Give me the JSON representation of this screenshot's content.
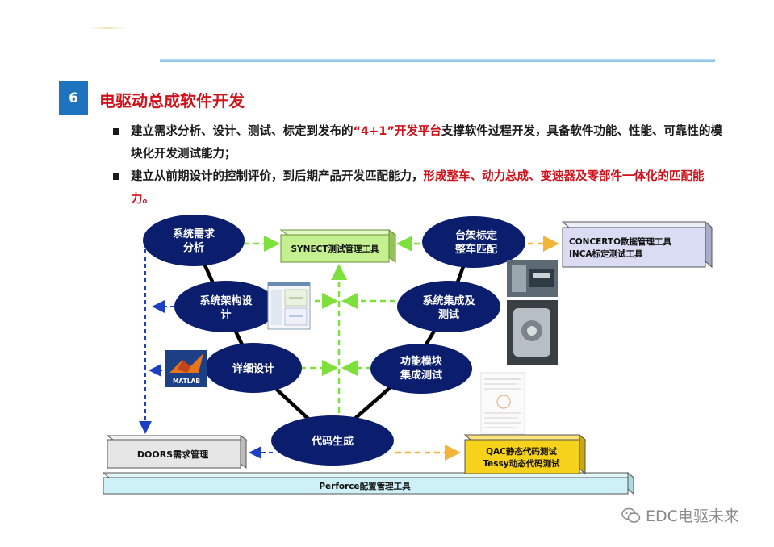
{
  "section": {
    "number": "6",
    "title": "电驱动总成软件开发"
  },
  "bullets": [
    {
      "before": "建立需求分析、设计、测试、标定到发布的",
      "highlight": "“4+1”开发平台",
      "after": "支撑软件过程开发，具备软件功能、性能、可靠性的模块化开发测试能力；"
    },
    {
      "before": "建立从前期设计的控制评价，到后期产品开发匹配能力，",
      "highlight": "形成整车、动力总成、变速器及零部件一体化的匹配能力。",
      "after": ""
    }
  ],
  "nodes": {
    "req": [
      "系统需求",
      "分析"
    ],
    "arch": [
      "系统架构设",
      "计"
    ],
    "detail": [
      "详细设计"
    ],
    "code": [
      "代码生成"
    ],
    "func": [
      "功能模块",
      "集成测试"
    ],
    "sys": [
      "系统集成及",
      "测试"
    ],
    "bench": [
      "台架标定",
      "整车匹配"
    ]
  },
  "tools": {
    "synect": "SYNECT测试管理工具",
    "concerto": [
      "CONCERTO数据管理工具",
      "INCA标定测试工具"
    ],
    "doors": "DOORS需求管理",
    "qac": [
      "QAC静态代码测试",
      "Tessy动态代码测试"
    ],
    "perforce": "Perforce配置管理工具"
  },
  "logos": {
    "matlab": "MATLAB"
  },
  "watermark": "EDC电驱未来",
  "colors": {
    "ellipse": "#0b1e6e",
    "arrow_green": "#7ee03a",
    "arrow_blue": "#1d3fc2",
    "arrow_orange": "#f4b43a",
    "tool_green": "#c4f08f",
    "tool_gray": "#e6e6e6",
    "tool_lilac": "#d9dcf3",
    "tool_yellow": "#f7d21a",
    "tool_cyan": "#cdf1f6",
    "accent_red": "#d0121b",
    "section_blue": "#1e73be"
  }
}
